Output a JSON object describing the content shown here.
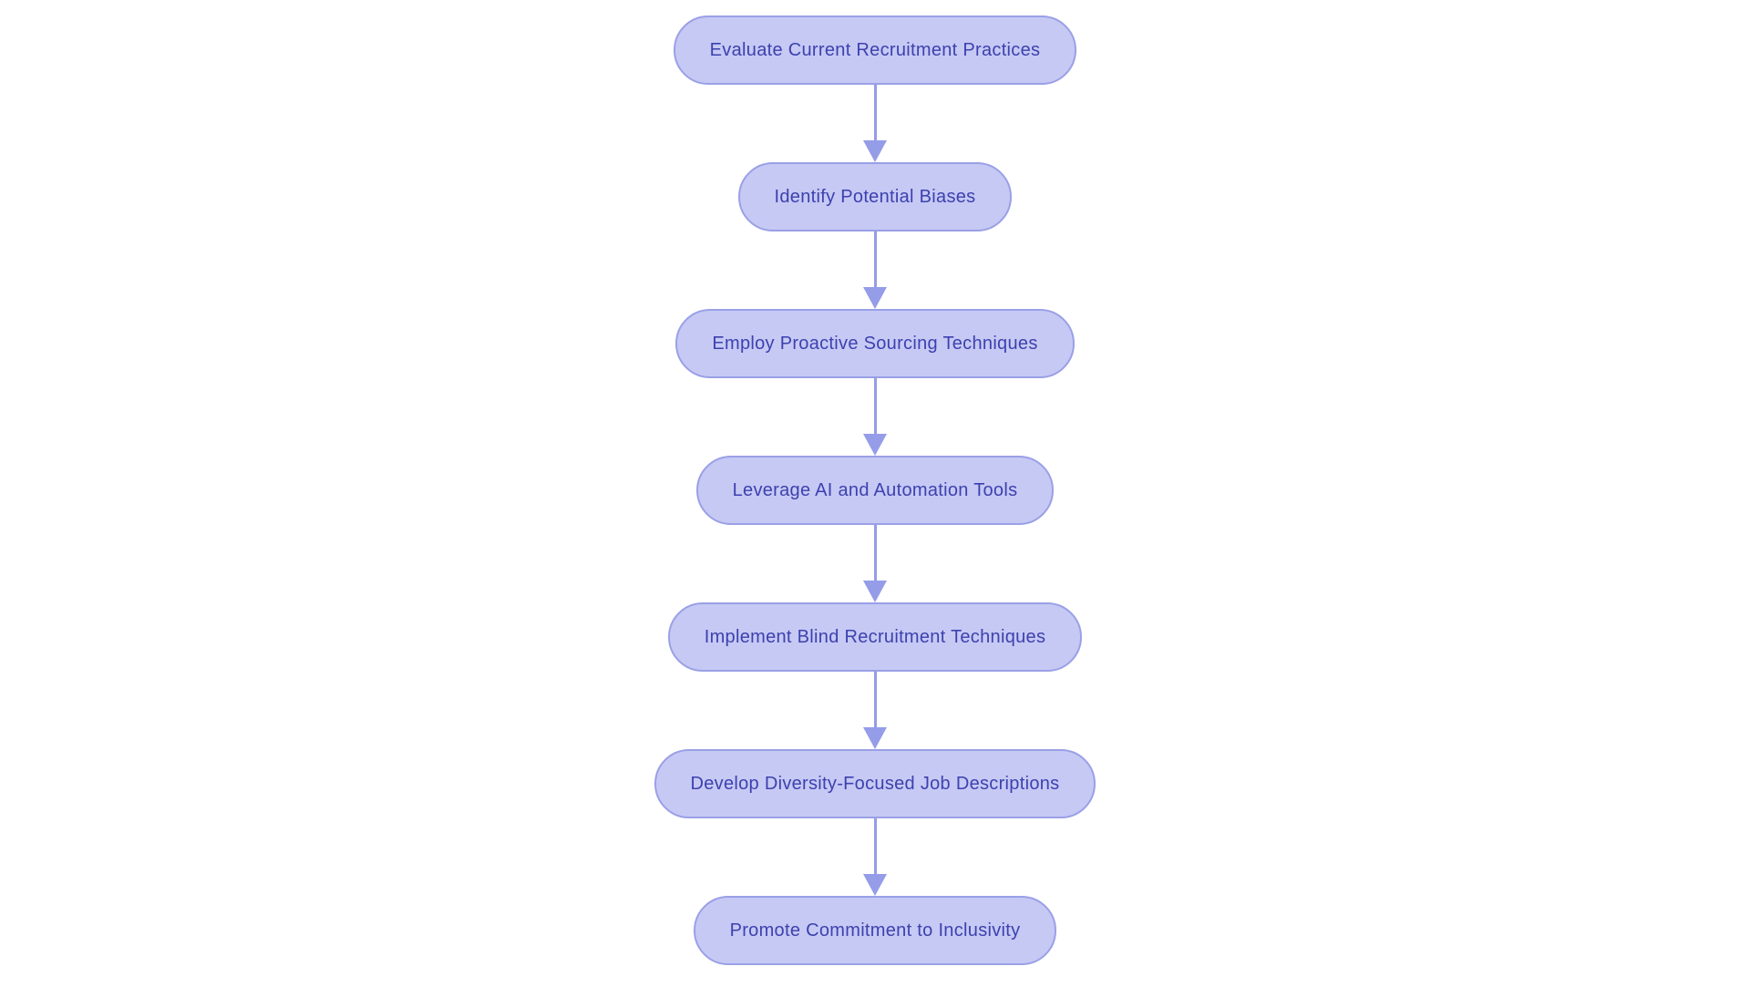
{
  "flowchart": {
    "type": "flowchart",
    "direction": "top-down",
    "nodes": [
      {
        "id": "evaluate-current-recruitment-practices",
        "label": "Evaluate Current Recruitment Practices"
      },
      {
        "id": "identify-potential-biases",
        "label": "Identify Potential Biases"
      },
      {
        "id": "employ-proactive-sourcing-techniques",
        "label": "Employ Proactive Sourcing Techniques"
      },
      {
        "id": "leverage-ai-and-automation-tools",
        "label": "Leverage AI and Automation Tools"
      },
      {
        "id": "implement-blind-recruitment-techniques",
        "label": "Implement Blind Recruitment Techniques"
      },
      {
        "id": "develop-diversity-focused-job-descriptions",
        "label": "Develop Diversity-Focused Job Descriptions"
      },
      {
        "id": "promote-commitment-to-inclusivity",
        "label": "Promote Commitment to Inclusivity"
      }
    ],
    "edges": [
      {
        "from": 0,
        "to": 1
      },
      {
        "from": 1,
        "to": 2
      },
      {
        "from": 2,
        "to": 3
      },
      {
        "from": 3,
        "to": 4
      },
      {
        "from": 4,
        "to": 5
      },
      {
        "from": 5,
        "to": 6
      }
    ],
    "colors": {
      "background": "#ffffff",
      "node_fill": "#c6c9f4",
      "node_border": "#9aa0e6",
      "node_text": "#3d41ae",
      "arrow": "#959ce8"
    }
  }
}
